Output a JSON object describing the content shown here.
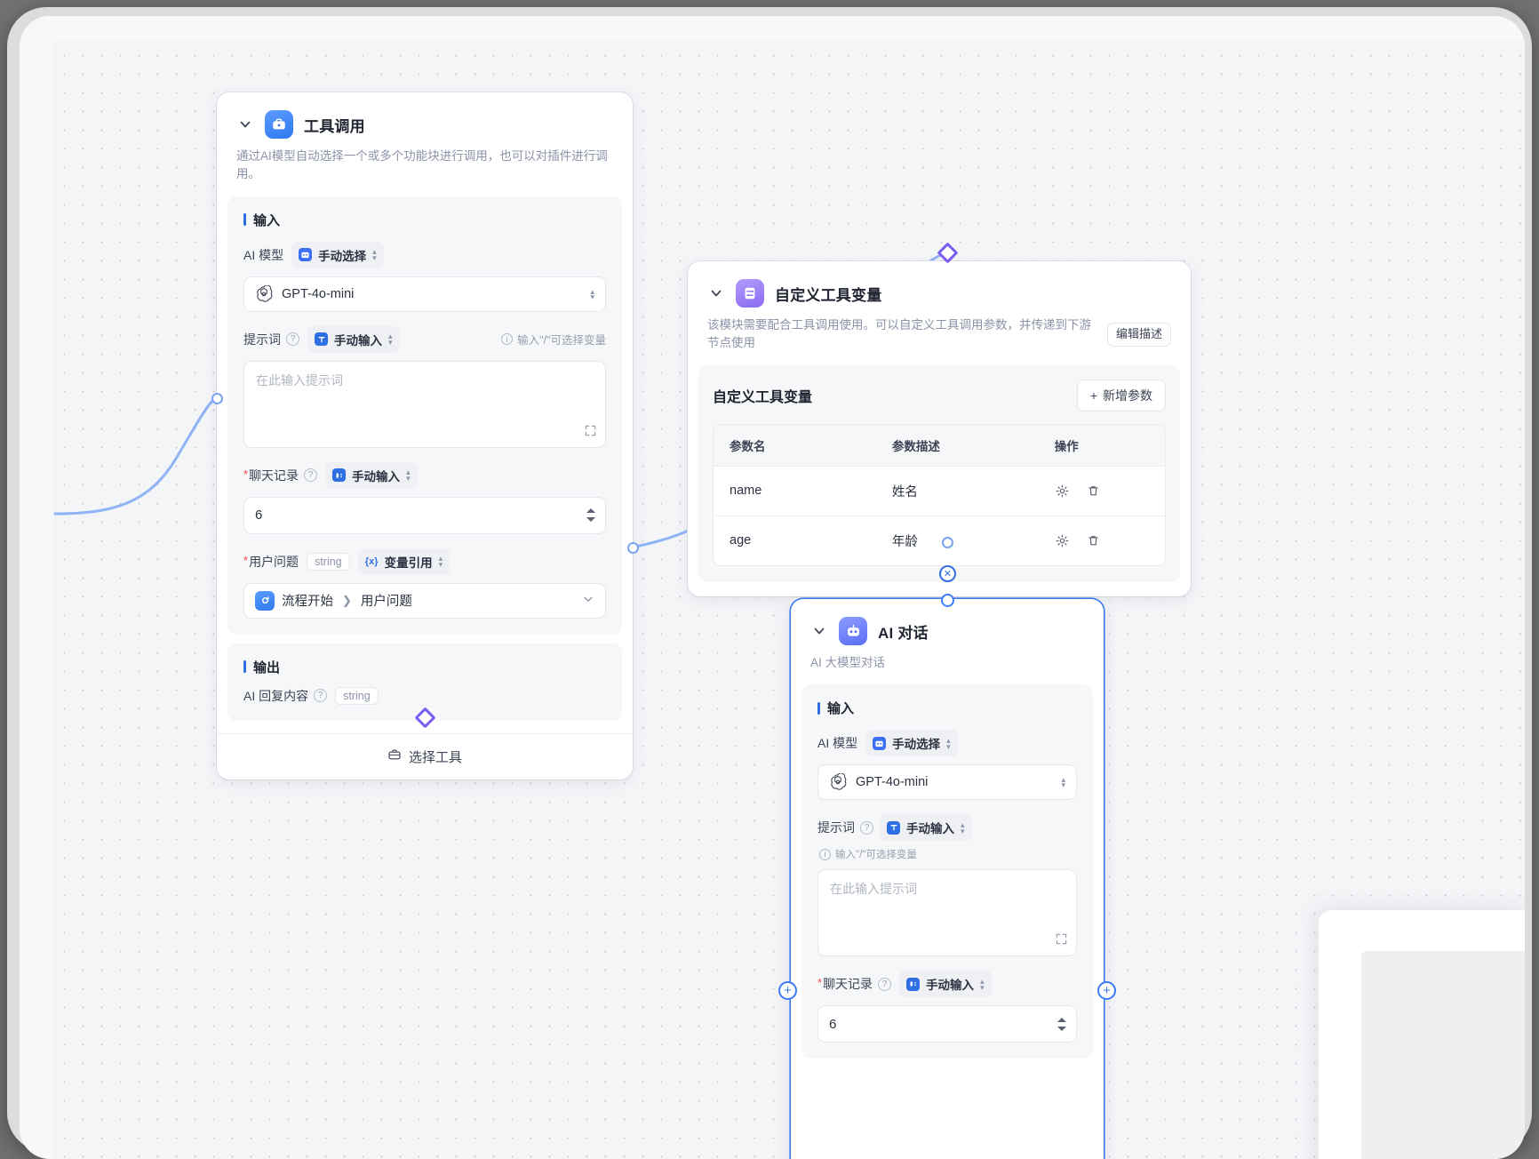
{
  "canvas": {
    "background": "#f4f5f7",
    "dot_color": "#c9ccd4"
  },
  "nodes": [
    {
      "id": "tool-call",
      "title": "工具调用",
      "icon": "toolbox-icon",
      "icon_color": "#2f7af0",
      "description": "通过AI模型自动选择一个或多个功能块进行调用，也可以对插件进行调用。",
      "input_section_title": "输入",
      "output_section_title": "输出",
      "fields": {
        "model_label": "AI 模型",
        "model_mode": "手动选择",
        "model_value": "GPT-4o-mini",
        "prompt_label": "提示词",
        "prompt_mode": "手动输入",
        "prompt_hint": "输入\"/\"可选择变量",
        "prompt_placeholder": "在此输入提示词",
        "chat_label": "聊天记录",
        "chat_mode": "手动输入",
        "chat_value": "6",
        "question_label": "用户问题",
        "question_type": "string",
        "question_mode": "变量引用",
        "question_ref_node": "流程开始",
        "question_ref_field": "用户问题"
      },
      "output": {
        "label": "AI 回复内容",
        "type": "string"
      },
      "footer_button": "选择工具"
    },
    {
      "id": "custom-tool-var",
      "title": "自定义工具变量",
      "icon": "sliders-icon",
      "icon_color": "#8a6cf3",
      "description": "该模块需要配合工具调用使用。可以自定义工具调用参数，并传递到下游节点使用",
      "edit_desc_button": "编辑描述",
      "panel_title": "自定义工具变量",
      "add_button": "新增参数",
      "table": {
        "columns": [
          "参数名",
          "参数描述",
          "操作"
        ],
        "rows": [
          {
            "name": "name",
            "desc": "姓名",
            "ops": [
              "gear-icon",
              "trash-icon"
            ]
          },
          {
            "name": "age",
            "desc": "年龄",
            "ops": [
              "gear-icon",
              "trash-icon"
            ]
          }
        ]
      }
    },
    {
      "id": "ai-chat",
      "title": "AI 对话",
      "icon": "robot-icon",
      "icon_color": "#5b6ef5",
      "description": "AI 大模型对话",
      "selected": true,
      "input_section_title": "输入",
      "fields": {
        "model_label": "AI 模型",
        "model_mode": "手动选择",
        "model_value": "GPT-4o-mini",
        "prompt_label": "提示词",
        "prompt_mode": "手动输入",
        "prompt_hint": "输入\"/\"可选择变量",
        "prompt_placeholder": "在此输入提示词",
        "chat_label": "聊天记录",
        "chat_mode": "手动输入",
        "chat_value": "6"
      }
    }
  ],
  "colors": {
    "accent_blue": "#2f6fe4",
    "edge_blue": "#8fb3f5",
    "diamond_purple": "#7b5cf0",
    "required_red": "#f04b4b"
  }
}
